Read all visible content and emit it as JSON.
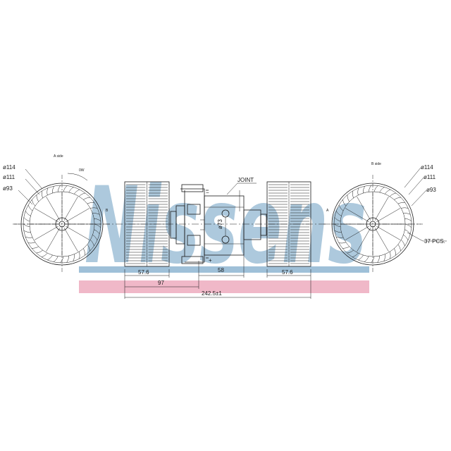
{
  "watermark": {
    "brand_text": "Nissens",
    "blue": "#9fc0d8",
    "pink": "#f0b8c8"
  },
  "left_wheel": {
    "side_label": "A side",
    "rotation_label": "0W",
    "diameters": [
      "ø114",
      "ø111",
      "ø93"
    ],
    "axis_letter": "B"
  },
  "right_wheel": {
    "side_label": "B side",
    "diameters": [
      "ø114",
      "ø111",
      "ø93"
    ],
    "blade_count": "37 PCS.",
    "axis_letter": "A"
  },
  "motor": {
    "joint_label": "JOINT",
    "shaft_diameter": "ø73",
    "plus_label": "+",
    "minus_label": "−"
  },
  "dimensions": {
    "left_fan_width": "57.6",
    "left_to_motor": "97",
    "motor_length": "58",
    "right_fan_width": "57.6",
    "overall_length": "242.5±1"
  },
  "colors": {
    "line": "#1a1a1a"
  }
}
